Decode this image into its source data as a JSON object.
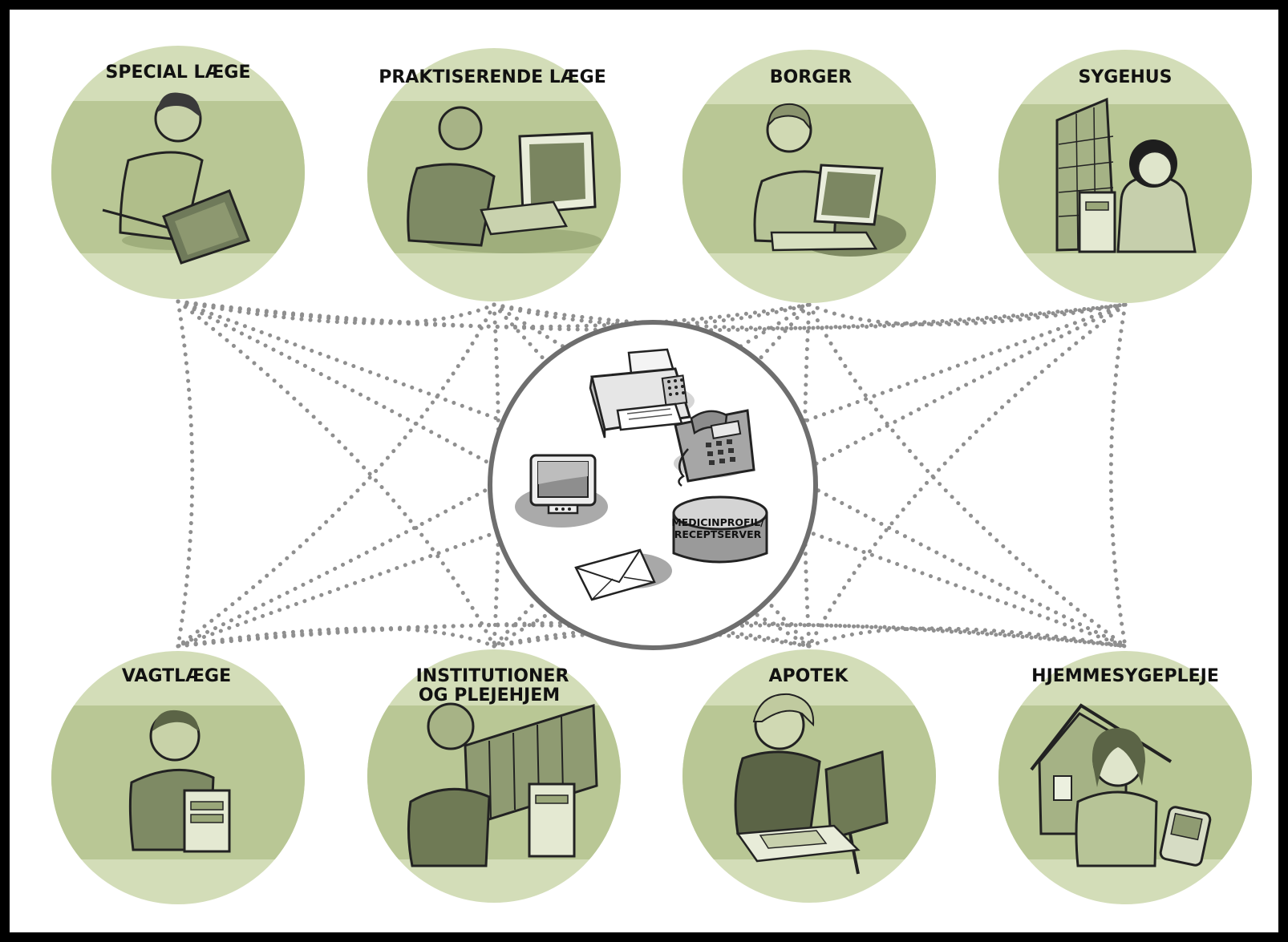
{
  "colors": {
    "circle_fill": "#b9c795",
    "circle_band_light": "#d3ddb8",
    "connector_dots": "#8f8f8f",
    "hub_border": "#6e6e6e",
    "frame": "#000000"
  },
  "hub": {
    "server_label_line1": "MEDICINPROFIL/",
    "server_label_line2": "RECEPTSERVER",
    "icons": [
      "printer-fax-icon",
      "telephone-icon",
      "monitor-icon",
      "database-server-icon",
      "envelope-icon"
    ]
  },
  "nodes": [
    {
      "key": "special-laege",
      "label_lines": [
        "SPECIAL LÆGE"
      ],
      "icon": "person-laptop-icon"
    },
    {
      "key": "praktiserende-laege",
      "label_lines": [
        "PRAKTISERENDE LÆGE"
      ],
      "icon": "person-desktop-icon"
    },
    {
      "key": "borger",
      "label_lines": [
        "BORGER"
      ],
      "icon": "person-laptop-icon"
    },
    {
      "key": "sygehus",
      "label_lines": [
        "SYGEHUS"
      ],
      "icon": "hospital-building-icon"
    },
    {
      "key": "vagtlaege",
      "label_lines": [
        "VAGTLÆGE"
      ],
      "icon": "person-server-icon"
    },
    {
      "key": "institutioner",
      "label_lines": [
        "INSTITUTIONER",
        "OG PLEJEHJEM"
      ],
      "icon": "person-building-icon"
    },
    {
      "key": "apotek",
      "label_lines": [
        "APOTEK"
      ],
      "icon": "person-desktop-icon"
    },
    {
      "key": "hjemmesygepleje",
      "label_lines": [
        "HJEMMESYGEPLEJE"
      ],
      "icon": "house-pda-icon"
    }
  ]
}
